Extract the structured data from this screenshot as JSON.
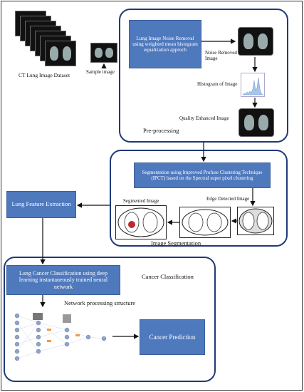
{
  "dataset": {
    "label": "CT Lung Image Dataset",
    "sample_label": "Sample image"
  },
  "preprocessing": {
    "box_text": "Lung Image Noise Removal using weighted mean histogram equalization approch",
    "noise_removed_label": "Noise Removed Image",
    "histogram_label": "Histogram of Image",
    "quality_label": "Quality Enhanced Image",
    "section_label": "Pre-processing"
  },
  "segmentation": {
    "box_text": "Segmentation using  Improved Profuse Clustering Technique (IPCT) based on the Spectral super pixel clustering",
    "edge_label": "Edge Detected Image",
    "segmented_label": "Segmented Image",
    "section_label": "Image Segmentation"
  },
  "feature": {
    "box_text": "Lung Feature Extraction"
  },
  "classification": {
    "box_text": "Lung Cancer Classification using deep learning instantaneously trained neural network",
    "section_label": "Cancer Classification",
    "network_label": "Network processing structure",
    "prediction_text": "Cancer Prediction"
  },
  "colors": {
    "box_fill": "#4f79bd",
    "panel_border": "#1f3a78"
  }
}
